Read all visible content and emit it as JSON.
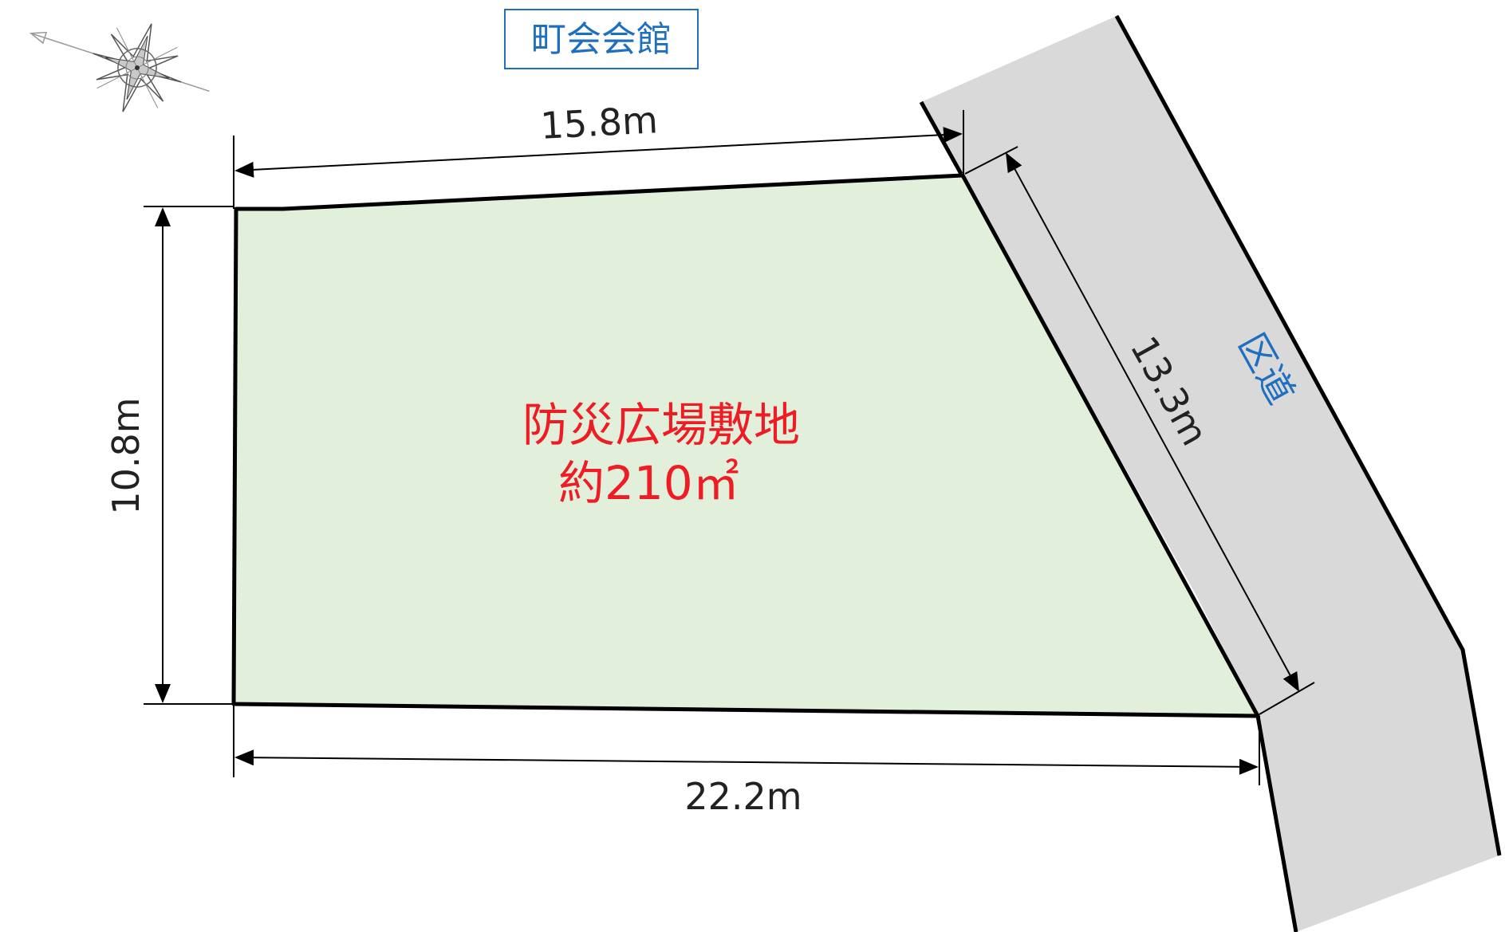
{
  "labels": {
    "neighbor_building": "町会会館",
    "road": "区道",
    "site_name": "防災広場敷地",
    "site_area": "約210㎡"
  },
  "dimensions": {
    "top": "15.8m",
    "left": "10.8m",
    "bottom": "22.2m",
    "diagonal": "13.3m"
  },
  "colors": {
    "site_fill": "#e2efda",
    "road_fill": "#d9d9d9",
    "site_label": "#ee1c24",
    "road_label": "#1f6fc0",
    "hall_label": "#1f6fc0",
    "outline": "#000000"
  },
  "icons": {
    "north_arrow": "compass-rose"
  }
}
